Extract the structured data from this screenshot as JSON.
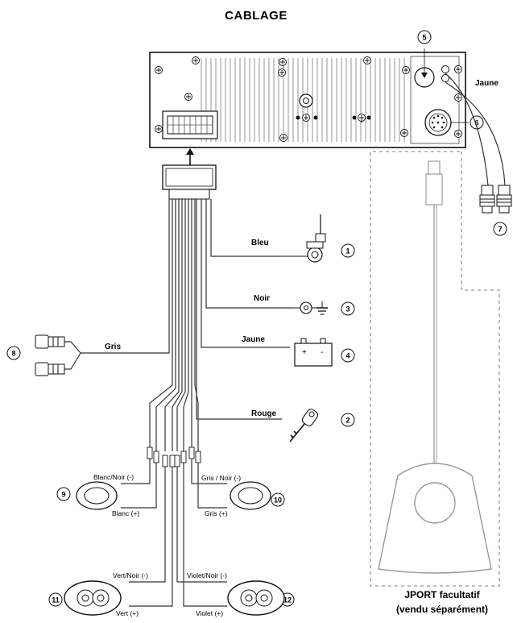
{
  "title": "CABLAGE",
  "callouts": {
    "n1": "1",
    "n2": "2",
    "n3": "3",
    "n4": "4",
    "n5": "5",
    "n6": "6",
    "n7": "7",
    "n8": "8",
    "n9": "9",
    "n10": "10",
    "n11": "11",
    "n12": "12"
  },
  "wires": {
    "bleu": "Bleu",
    "noir": "Noir",
    "jaune": "Jaune",
    "rouge": "Rouge",
    "gris": "Gris",
    "jaune_top": "Jaune"
  },
  "speaker_labels": {
    "blanc_noir": "Blanc/Noir (-)",
    "blanc": "Blanc (+)",
    "gris_noir": "Gris / Noir (-)",
    "gris_plus": "Gris (+)",
    "vert_noir": "Vert/Noir (-)",
    "vert": "Vert (+)",
    "violet_noir": "Violet/Noir (-)",
    "violet": "Violet (+)"
  },
  "jport": {
    "line1": "JPORT facultatif",
    "line2": "(vendu séparément)"
  }
}
